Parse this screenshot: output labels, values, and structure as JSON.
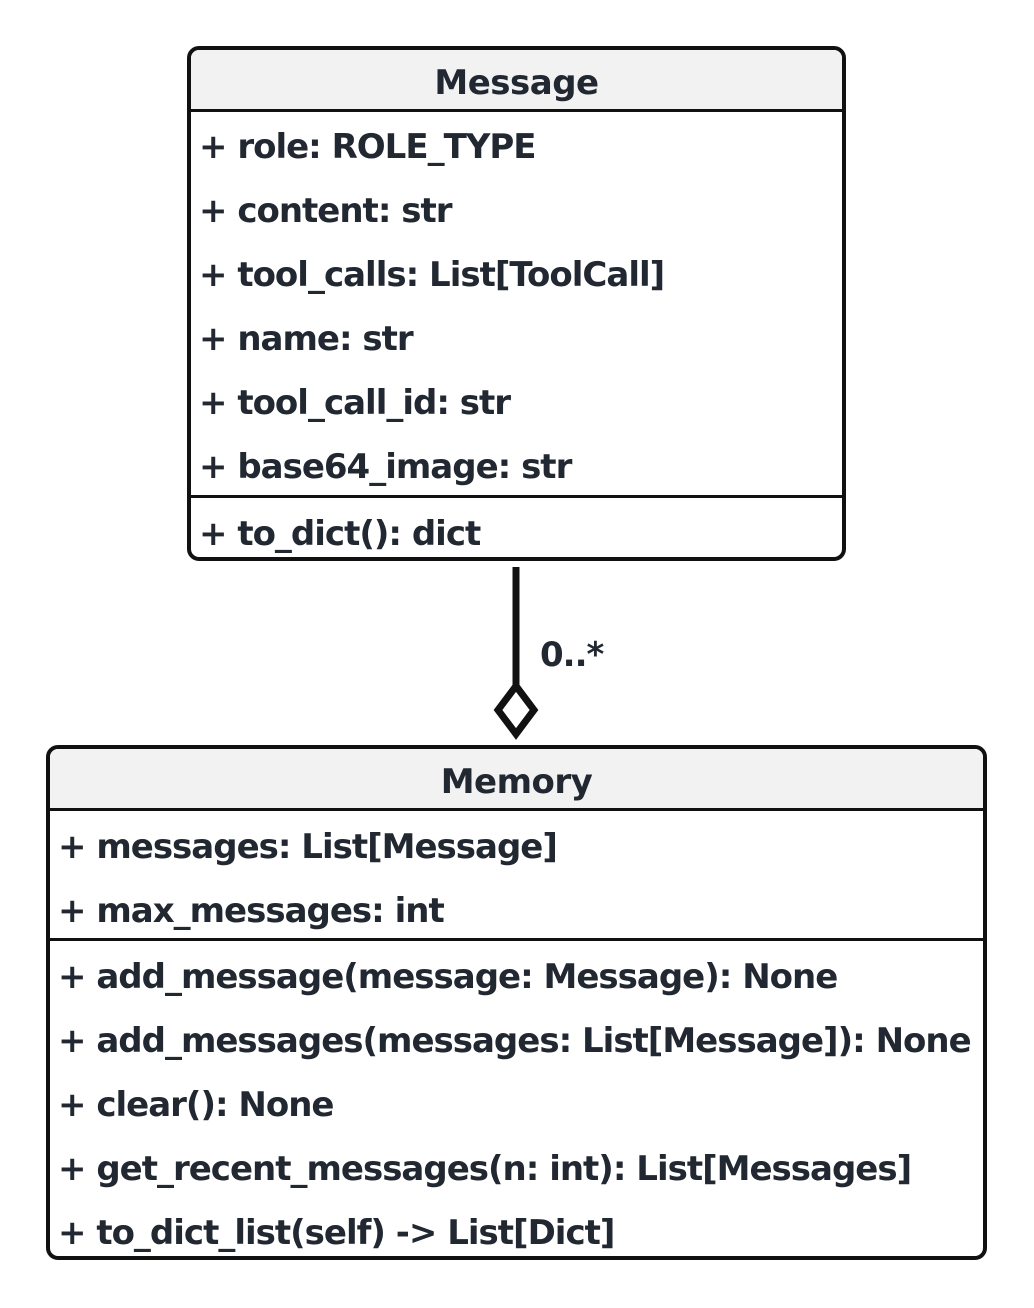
{
  "classes": {
    "message": {
      "name": "Message",
      "attributes": [
        "+ role: ROLE_TYPE",
        "+ content: str",
        "+ tool_calls: List[ToolCall]",
        "+ name: str",
        "+ tool_call_id: str",
        "+ base64_image: str"
      ],
      "operations": [
        "+ to_dict(): dict"
      ]
    },
    "memory": {
      "name": "Memory",
      "attributes": [
        "+ messages: List[Message]",
        "+ max_messages: int"
      ],
      "operations": [
        "+ add_message(message: Message): None",
        "+ add_messages(messages: List[Message]): None",
        "+ clear(): None",
        "+ get_recent_messages(n: int): List[Messages]",
        "+ to_dict_list(self) -> List[Dict]"
      ]
    }
  },
  "relationship": {
    "type": "aggregation",
    "from": "Message",
    "to": "Memory",
    "multiplicity": "0..*"
  }
}
